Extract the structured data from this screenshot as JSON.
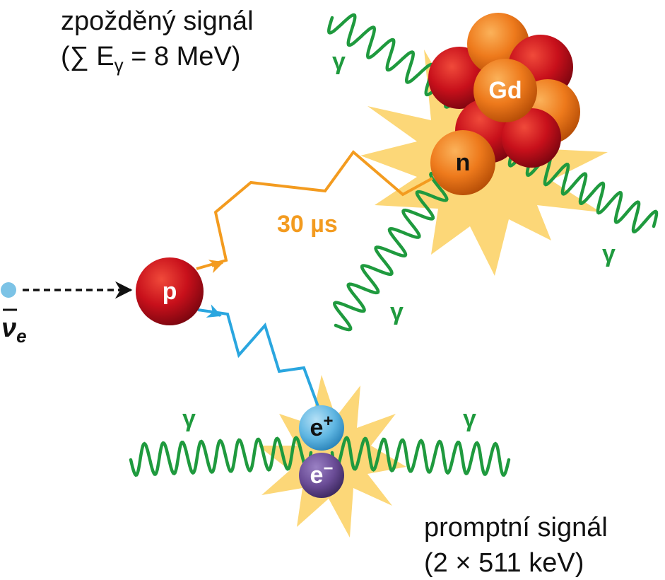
{
  "labels": {
    "delayed_signal": "zpožděný signál",
    "delayed_energy_prefix": "(∑ E",
    "delayed_energy_sub": "γ",
    "delayed_energy_suffix": " = 8 MeV)",
    "prompt_signal": "promptní signál",
    "prompt_energy": "(2 × 511 keV)",
    "delay_time": "30 µs",
    "antineutrino_base": "ν",
    "antineutrino_sub": "e",
    "gamma": "γ"
  },
  "particles": {
    "proton": "p",
    "neutron": "n",
    "gadolinium": "Gd",
    "positron_base": "e",
    "positron_sup": "+",
    "electron_base": "e",
    "electron_sup": "−"
  },
  "colors": {
    "gamma_wave": "#1f9a3e",
    "orange_path": "#f39b1f",
    "blue_path": "#2aa6df",
    "flash": "#fcd778",
    "proton": "#c8101b",
    "orange_nucleon": "#ee7a1c",
    "positron": "#5fb6e2",
    "electron": "#6a4c96",
    "neutrino": "#7cc3e6"
  }
}
